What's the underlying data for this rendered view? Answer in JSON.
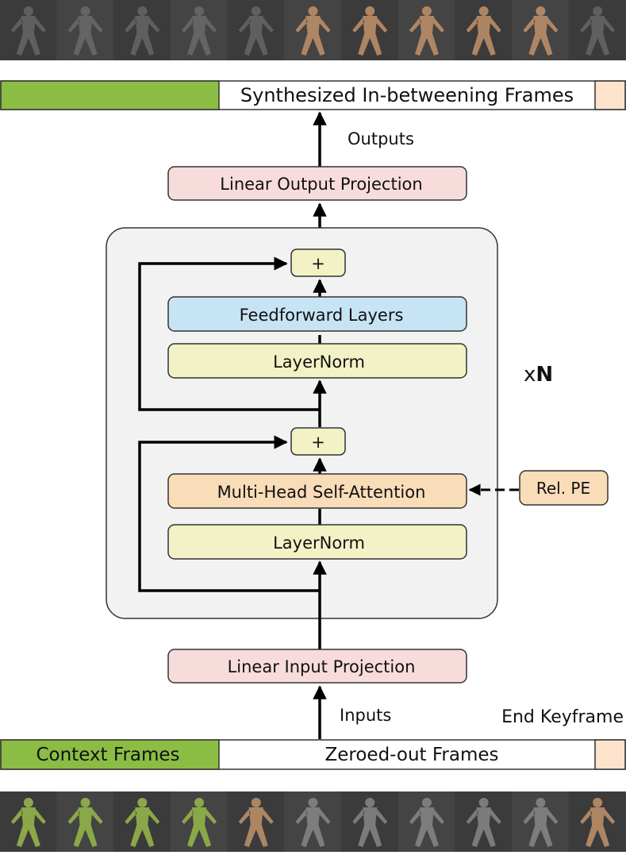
{
  "colors": {
    "green": "#8bbd45",
    "peach": "#fde2cc",
    "pink": "#f8dcdc",
    "yellow": "#f2f2c6",
    "blue": "#c7e4f4",
    "orange": "#f9dcb8",
    "panel": "#f2f2f2",
    "film": "#3f3f3f"
  },
  "output_bar": {
    "label": "Synthesized In-betweening Frames"
  },
  "outputs_label": "Outputs",
  "inputs_label": "Inputs",
  "end_keyframe_label": "End Keyframe",
  "blocks": {
    "linear_output": "Linear Output Projection",
    "feedforward": "Feedforward Layers",
    "layernorm_top": "LayerNorm",
    "attention": "Multi-Head Self-Attention",
    "layernorm_bottom": "LayerNorm",
    "linear_input": "Linear Input Projection",
    "add_top": "+",
    "add_bottom": "+",
    "rel_pe": "Rel. PE"
  },
  "repeat": {
    "prefix": "x",
    "count": "N"
  },
  "input_bar": {
    "context": "Context Frames",
    "zeroed": "Zeroed-out Frames"
  },
  "top_strip": {
    "frames": [
      "gray",
      "gray",
      "gray",
      "gray",
      "gray",
      "tan",
      "tan",
      "tan",
      "tan",
      "tan",
      "gray"
    ]
  },
  "bottom_strip": {
    "frames": [
      "green",
      "green",
      "green",
      "green",
      "tan",
      "gray",
      "gray",
      "gray",
      "gray",
      "gray",
      "tan"
    ]
  }
}
